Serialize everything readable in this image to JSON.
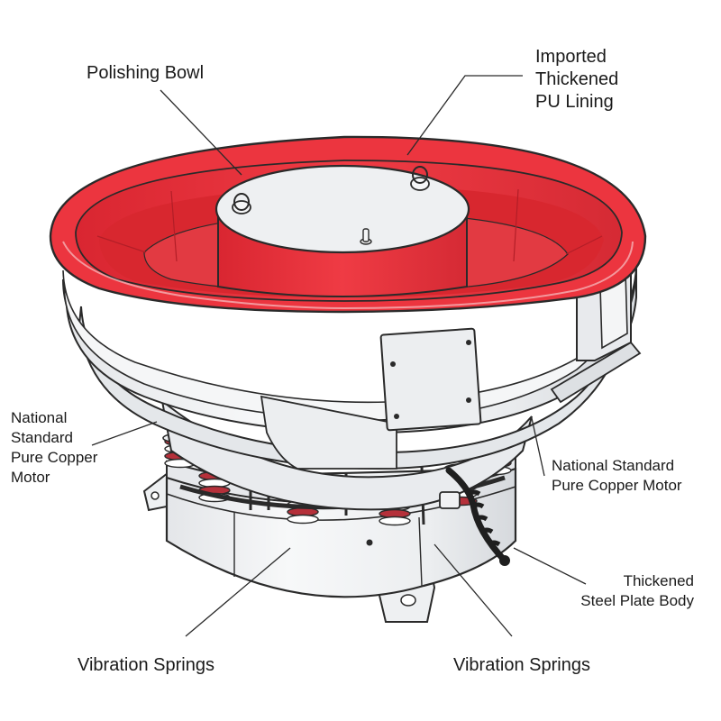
{
  "labels": {
    "polishing_bowl": "Polishing Bowl",
    "pu_lining": "Imported\nThickened\nPU Lining",
    "motor_left": "National\nStandard\nPure Copper\nMotor",
    "motor_right": "National Standard\nPure Copper Motor",
    "steel_body": "Thickened\nSteel Plate Body",
    "springs_left": "Vibration Springs",
    "springs_right": "Vibration Springs"
  },
  "colors": {
    "lining_red": "#e8303a",
    "lining_dark": "#c8202b",
    "body_white": "#f2f3f4",
    "body_shade": "#dcdfe2",
    "outline": "#2a2a2a",
    "spring_red": "#b5303a",
    "cable": "#1f1f1f"
  }
}
